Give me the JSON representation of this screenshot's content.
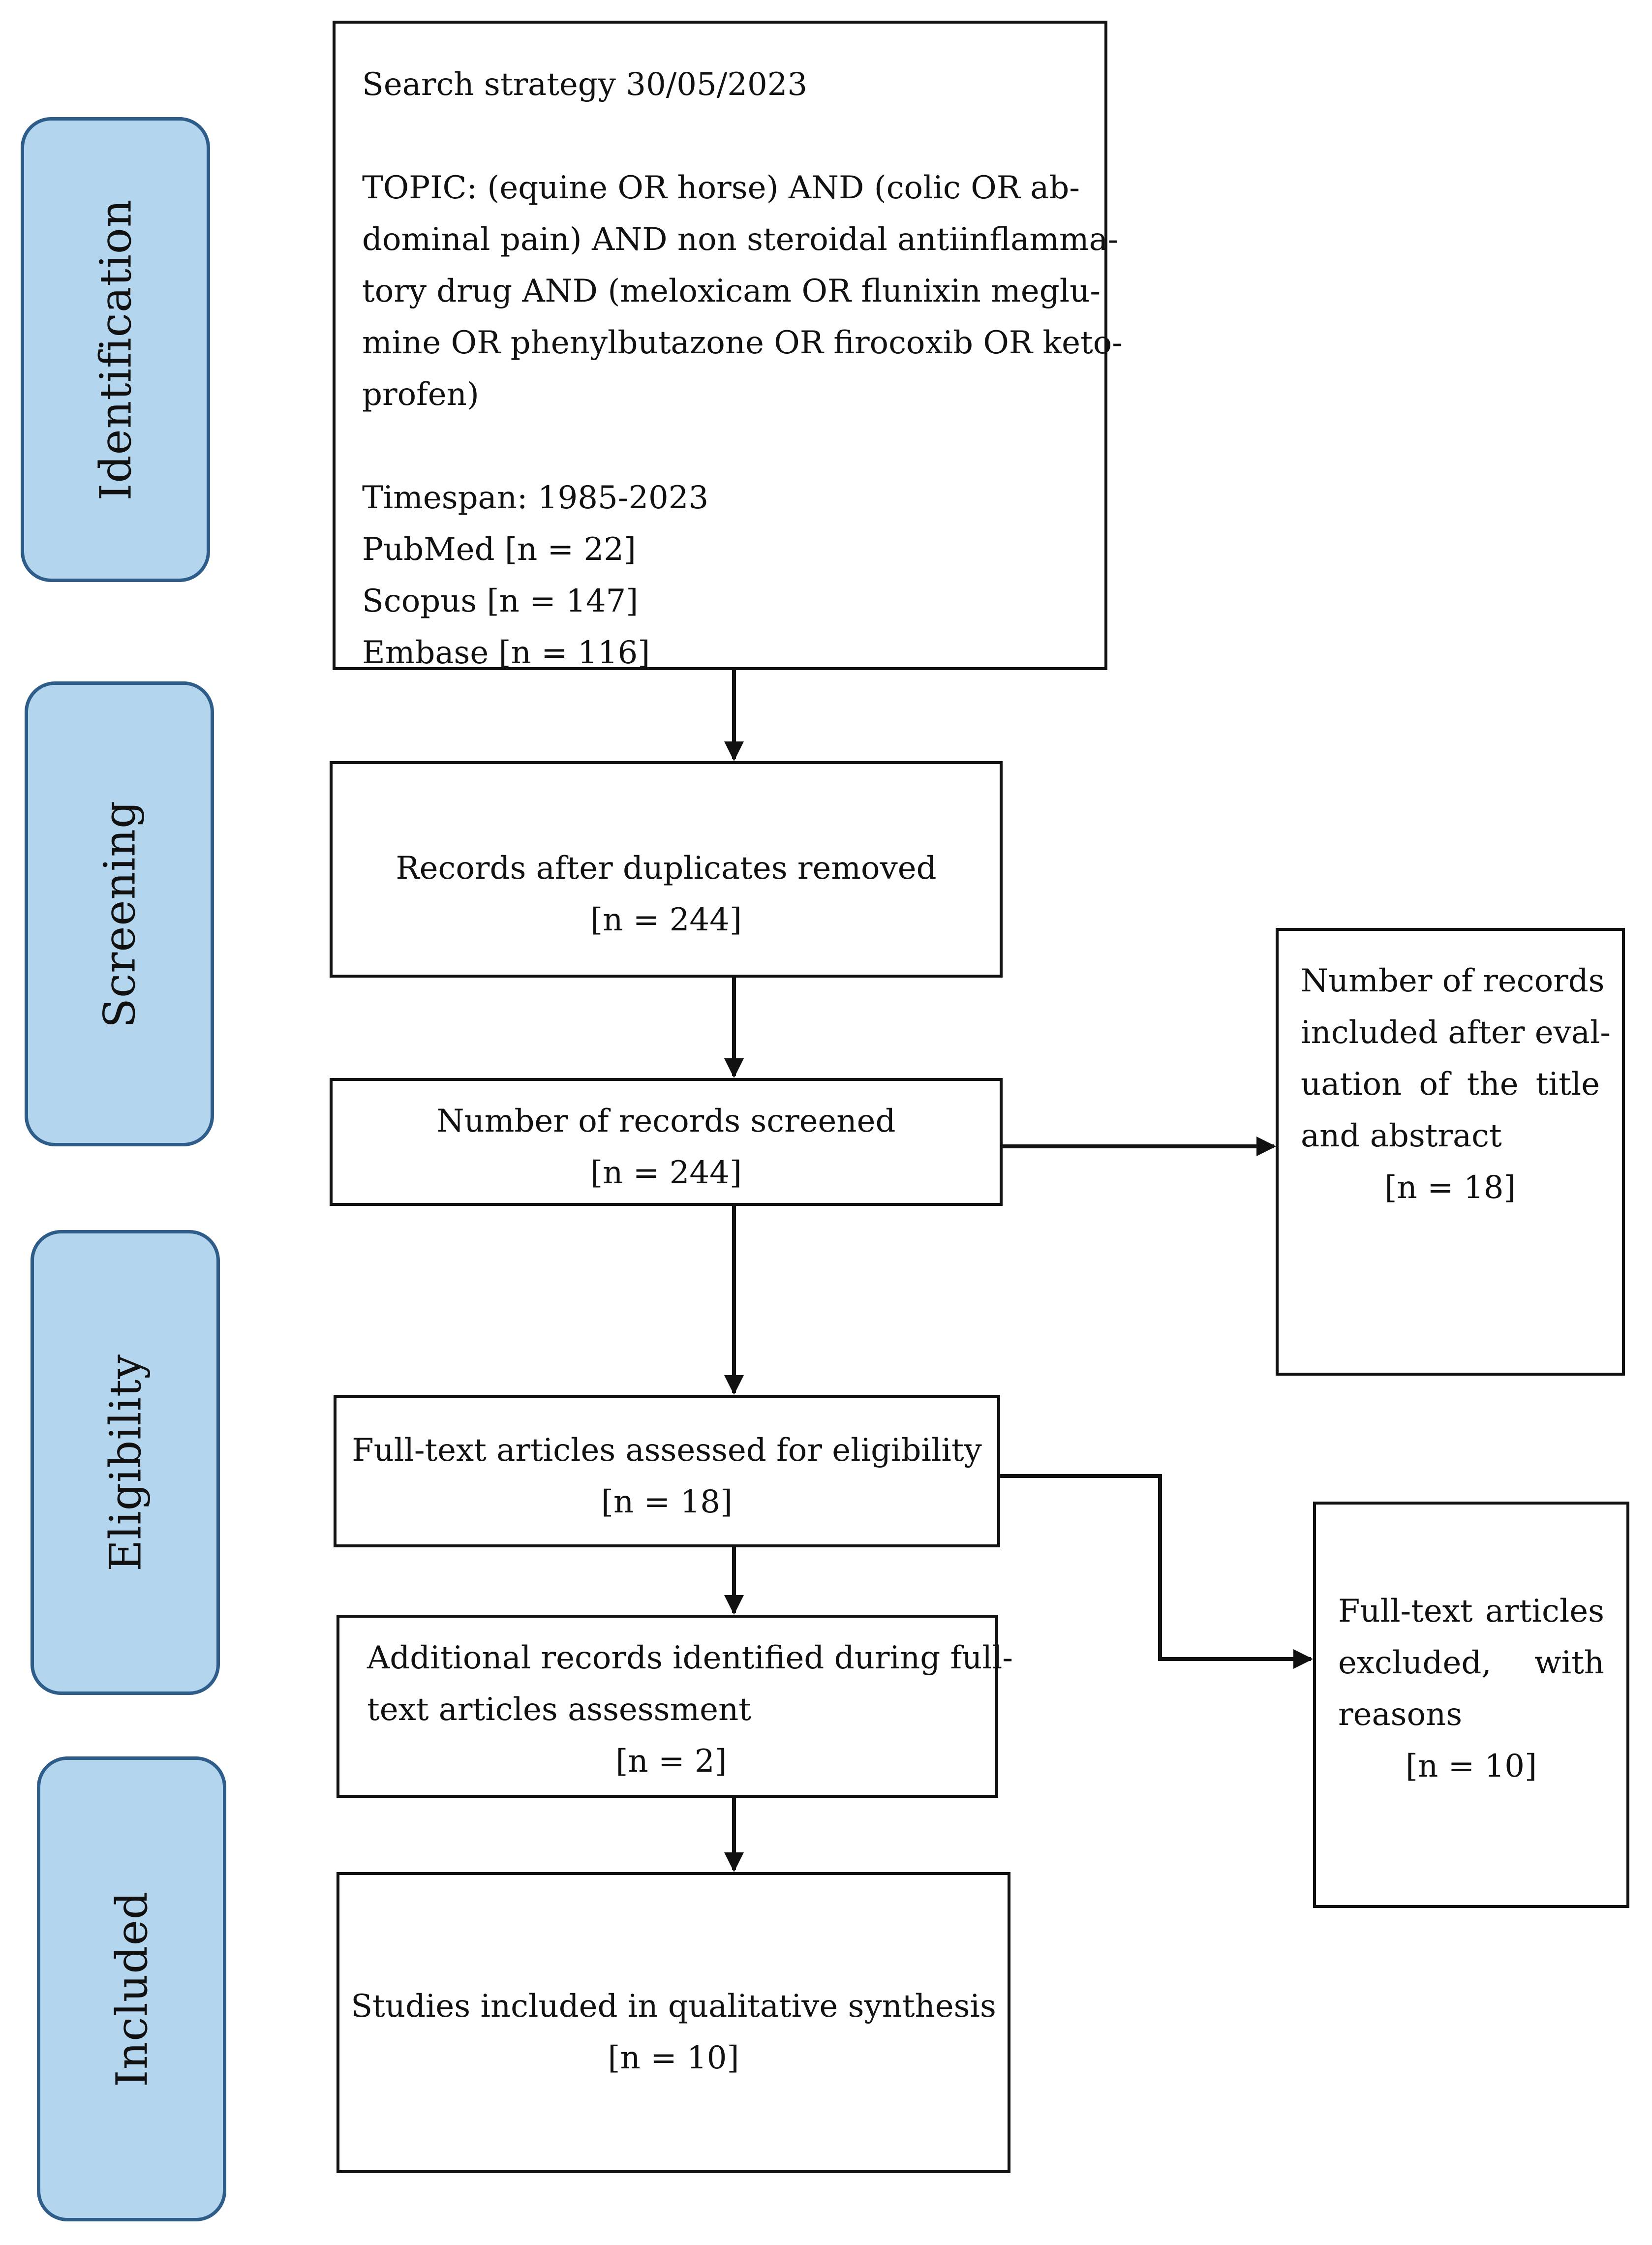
{
  "phases": {
    "identification": "Identification",
    "screening": "Screening",
    "eligibility": "Eligibility",
    "included": "Included"
  },
  "search_box": {
    "title": "Search strategy 30/05/2023",
    "topic_lines": [
      "TOPIC: (equine OR horse) AND (colic OR ab-",
      "dominal pain) AND non steroidal antiinflamma-",
      "tory drug AND (meloxicam OR flunixin meglu-",
      "mine OR phenylbutazone OR firocoxib OR keto-",
      "profen)"
    ],
    "timespan": "Timespan: 1985-2023",
    "databases": [
      "PubMed [n = 22]",
      "Scopus [n = 147]",
      "Embase [n = 116]"
    ]
  },
  "duplicates_box": {
    "label": "Records after duplicates removed",
    "count": "[n = 244]"
  },
  "screened_box": {
    "label": "Number of records screened",
    "count": "[n = 244]"
  },
  "title_abstract_box": {
    "lines": [
      "Number of records",
      "included after eval-",
      "uation of the title",
      "and abstract"
    ],
    "count": "[n = 18]"
  },
  "fulltext_box": {
    "label": "Full-text articles assessed for eligibility",
    "count": "[n = 18]"
  },
  "additional_box": {
    "lines": [
      "Additional records identified during full-",
      "text articles assessment"
    ],
    "count": "[n = 2]"
  },
  "excluded_box": {
    "lines": [
      "Full-text articles",
      "excluded, with",
      "reasons"
    ],
    "count": "[n = 10]"
  },
  "included_box": {
    "label": "Studies included in qualitative synthesis",
    "count": "[n = 10]"
  }
}
